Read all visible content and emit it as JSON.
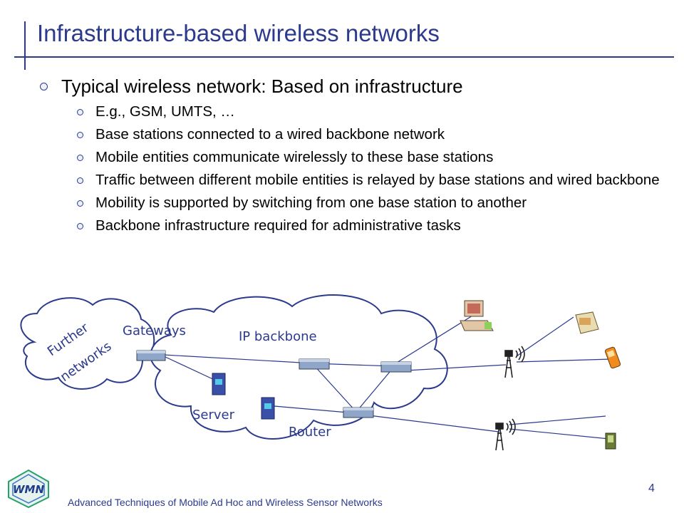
{
  "slide": {
    "title": "Infrastructure-based  wireless  networks",
    "bullet_main": "Typical wireless network: Based on infrastructure",
    "sub_bullets": [
      "E.g., GSM, UMTS, …",
      "Base stations connected to a wired backbone network",
      "Mobile entities communicate wirelessly to these base stations",
      "Traffic between different mobile entities is relayed by base stations and wired backbone",
      "Mobility is supported by switching from one base station to another",
      "Backbone infrastructure required for administrative tasks"
    ]
  },
  "diagram": {
    "label_further": "Further",
    "label_networks": "networks",
    "label_gateways": "Gateways",
    "label_ip_backbone": "IP backbone",
    "label_server": "Server",
    "label_router": "Router"
  },
  "footer": {
    "course": "Advanced Techniques of Mobile Ad Hoc and Wireless Sensor Networks",
    "page": "4",
    "logo_text": "WMN"
  },
  "colors": {
    "accent": "#2b3a8c",
    "text": "#000000"
  }
}
